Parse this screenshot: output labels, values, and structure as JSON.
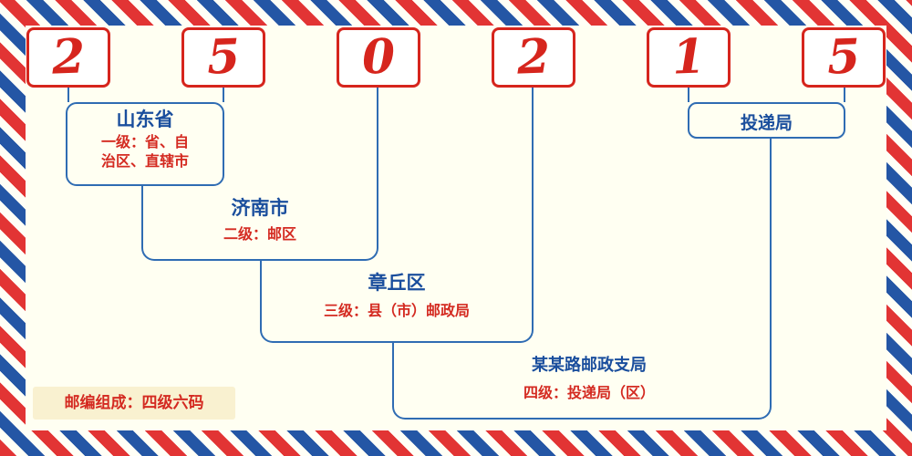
{
  "postal_code": {
    "digits": [
      "2",
      "5",
      "0",
      "2",
      "1",
      "5"
    ]
  },
  "levels": [
    {
      "id": "level1",
      "name": "山东省",
      "desc_lines": [
        "一级：省、自",
        "治区、直辖市"
      ]
    },
    {
      "id": "level2",
      "name": "济南市",
      "desc_lines": [
        "二级：邮区"
      ]
    },
    {
      "id": "level3",
      "name": "章丘区",
      "desc_lines": [
        "三级：县（市）邮政局"
      ]
    },
    {
      "id": "level4",
      "name": "某某路邮政支局",
      "desc_lines": [
        "四级：投递局（区）"
      ]
    },
    {
      "id": "delivery",
      "name": "投递局",
      "desc_lines": []
    }
  ],
  "footer": {
    "note": "邮编组成：四级六码"
  },
  "colors": {
    "digit_red": "#d6251d",
    "line_blue": "#2f6cb3",
    "label_blue": "#1a4e9d",
    "desc_red": "#d42a21",
    "stripe_red": "#e23434",
    "stripe_blue": "#2456a5",
    "background_ivory": "#fffff2"
  }
}
